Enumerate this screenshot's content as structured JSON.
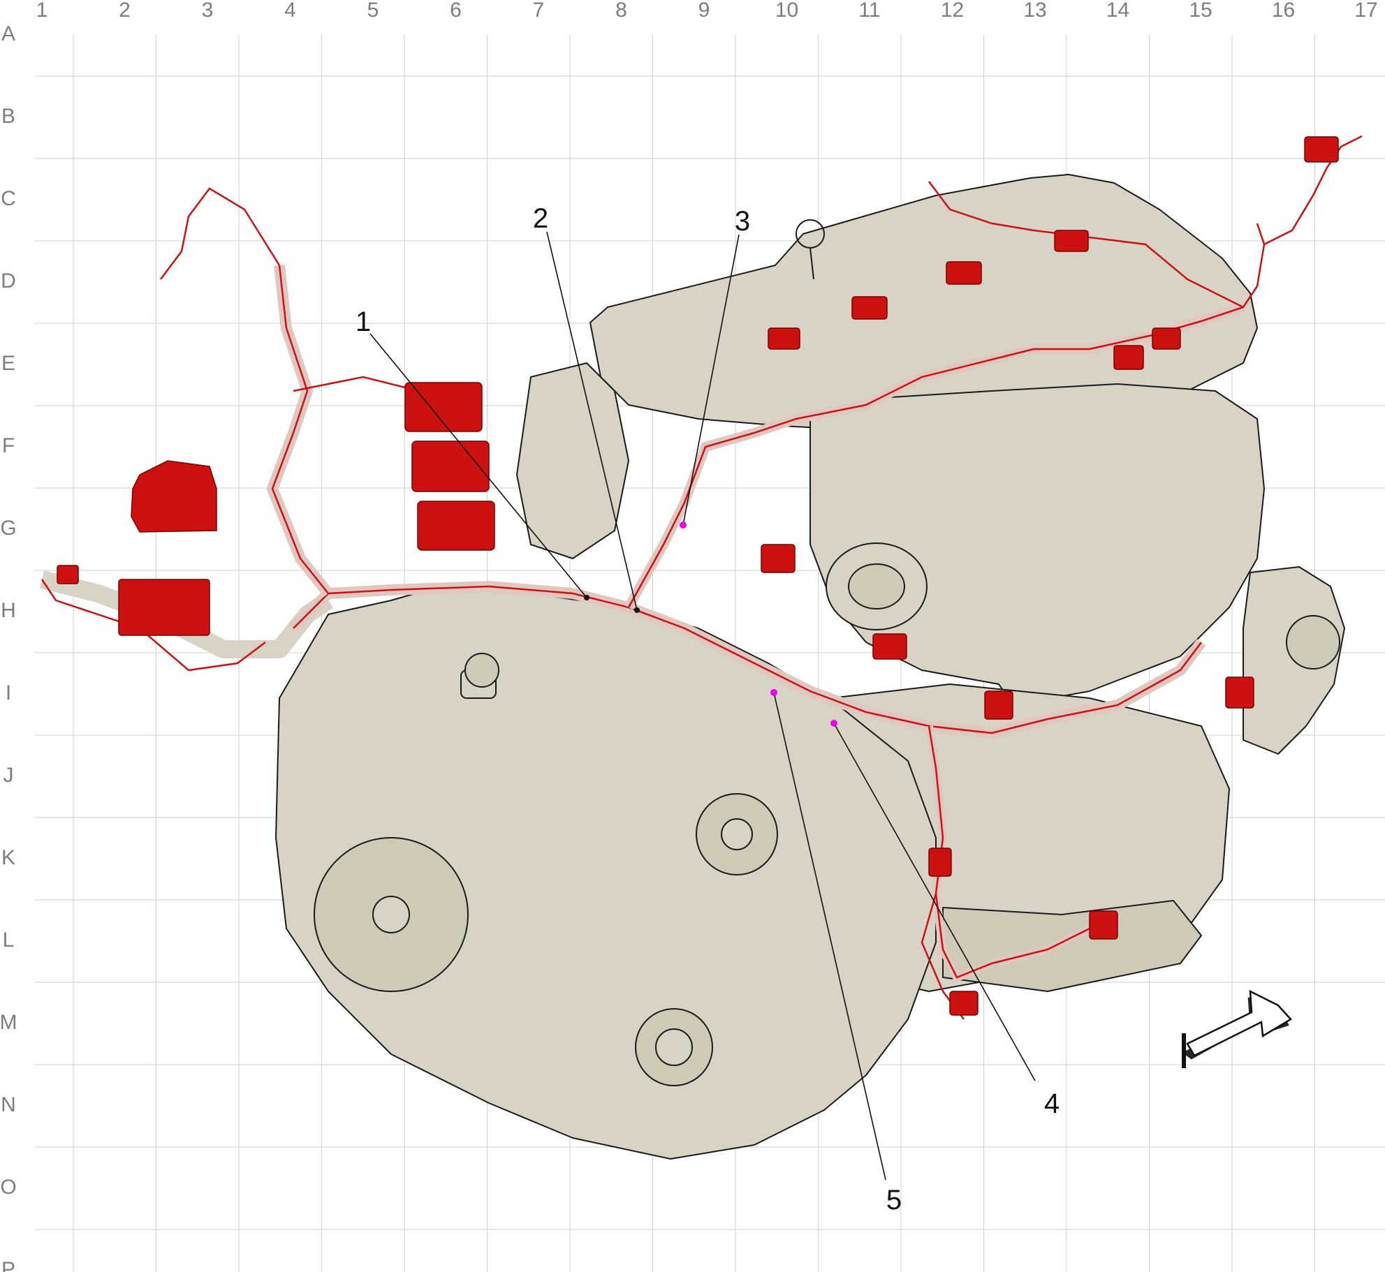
{
  "grid": {
    "columns": [
      "1",
      "2",
      "3",
      "4",
      "5",
      "6",
      "7",
      "8",
      "9",
      "10",
      "11",
      "12",
      "13",
      "14",
      "15",
      "16",
      "17"
    ],
    "rows": [
      "A",
      "B",
      "C",
      "D",
      "E",
      "F",
      "G",
      "H",
      "I",
      "J",
      "K",
      "L",
      "M",
      "N",
      "O",
      "P"
    ]
  },
  "callouts": [
    {
      "id": "1",
      "label": "1"
    },
    {
      "id": "2",
      "label": "2"
    },
    {
      "id": "3",
      "label": "3"
    },
    {
      "id": "4",
      "label": "4"
    },
    {
      "id": "5",
      "label": "5"
    }
  ],
  "colors": {
    "engine_fill": "#d8d3c4",
    "engine_stroke": "#1a1a1a",
    "harness": "#cc1111",
    "harness_fill": "#e0c7bf",
    "grid": "#cfcfcf",
    "label": "#7d7d7d",
    "leader_dot": "#ee00ee"
  },
  "icons": {
    "direction_arrow": "forward-arrow-icon"
  }
}
